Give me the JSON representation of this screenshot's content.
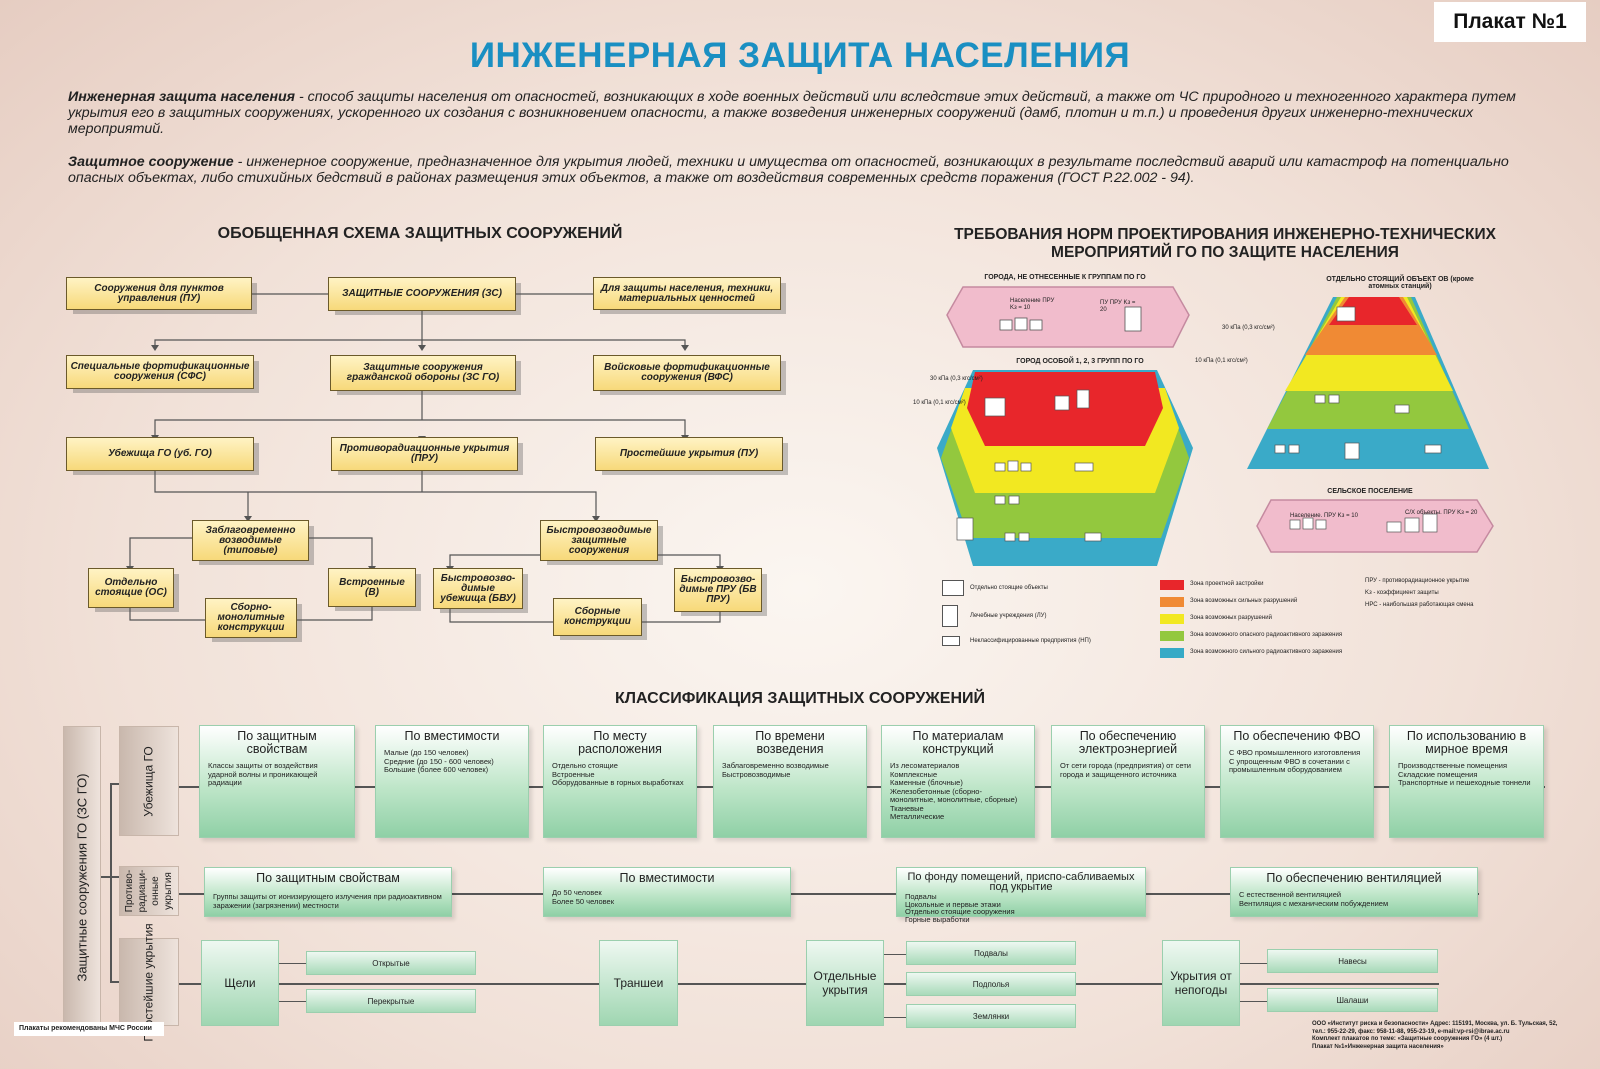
{
  "poster_number": "Плакат №1",
  "title": "ИНЖЕНЕРНАЯ ЗАЩИТА НАСЕЛЕНИЯ",
  "definitions": [
    {
      "term": "Инженерная защита населения",
      "text": " - способ защиты населения от опасностей, возникающих в ходе военных действий или вследствие этих действий, а также от ЧС природного и техногенного характера  путем укрытия его в защитных сооружениях, ускоренного их создания с возникновением опасности, а также возведения инженерных сооружений (дамб, плотин и т.п.) и проведения других инженерно-технических мероприятий."
    },
    {
      "term": "Защитное сооружение",
      "text": " - инженерное сооружение, предназначенное для укрытия людей, техники и имущества от опасностей, возникающих в результате последствий аварий или катастроф на потенциально опасных объектах, либо стихийных бедствий в районах размещения этих объектов, а также от воздействия современных средств поражения (ГОСТ Р.22.002 - 94)."
    }
  ],
  "scheme": {
    "title": "ОБОБЩЕННАЯ СХЕМА ЗАЩИТНЫХ СООРУЖЕНИЙ",
    "boxes": {
      "pu_control": "Сооружения для пунктов управления (ПУ)",
      "zs": "ЗАЩИТНЫЕ СООРУЖЕНИЯ (ЗС)",
      "protection": "Для защиты населения, техники, материальных ценностей",
      "sfs": "Специальные фортификационные сооружения (СФС)",
      "zs_go": "Защитные сооружения гражданской обороны (ЗС ГО)",
      "vfs": "Войсковые фортификационные сооружения (ВФС)",
      "shelters": "Убежища ГО (уб. ГО)",
      "pru": "Противорадиационные укрытия (ПРУ)",
      "simple": "Простейшие укрытия (ПУ)",
      "advance": "Заблаговременно возводимые (типовые)",
      "rapid": "Быстровозводимые защитные сооружения",
      "standalone": "Отдельно стоящие (ОС)",
      "built_in": "Встроенные (В)",
      "monolithic": "Сборно-монолитные конструкции",
      "bvu": "Быстровозво-димые убежища (БВУ)",
      "prefab": "Сборные конструкции",
      "bv_pru": "Быстровозво-димые ПРУ (БВ ПРУ)"
    }
  },
  "norms": {
    "title1": "ТРЕБОВАНИЯ НОРМ ПРОЕКТИРОВАНИЯ ИНЖЕНЕРНО-ТЕХНИЧЕСКИХ",
    "title2": "МЕРОПРИЯТИЙ  ГО ПО ЗАЩИТЕ НАСЕЛЕНИЯ",
    "cities_not": "ГОРОДА, НЕ ОТНЕСЕННЫЕ К ГРУППАМ ПО ГО",
    "city_special": "ГОРОД ОСОБОЙ 1, 2, 3 ГРУПП ПО ГО",
    "object_ov": "ОТДЕЛЬНО СТОЯЩИЙ ОБЪЕКТ ОВ (кроме атомных станций)",
    "rural": "СЕЛЬСКОЕ ПОСЕЛЕНИЕ",
    "population_pru10": "Население ПРУ Kз = 10",
    "pu_pru20": "ПУ ПРУ Kз = 20",
    "p30": "30 кПа (0,3 кгс/см²)",
    "p10": "10 кПа (0,1 кгс/см²)",
    "rural_pop": "Население. ПРУ Kз = 10",
    "rural_ag": "С/Х объекты. ПРУ Kз = 20",
    "legend": [
      {
        "color": "#e8262b",
        "label": "Зона проектной застройки"
      },
      {
        "color": "#f08a34",
        "label": "Зона возможных сильных разрушений"
      },
      {
        "color": "#f2e821",
        "label": "Зона возможных разрушений"
      },
      {
        "color": "#93c83e",
        "label": "Зона возможного опасного радиоактивного заражения"
      },
      {
        "color": "#36aac6",
        "label": "Зона возможного сильного радиоактивного заражения"
      }
    ],
    "abbr": [
      "ПРУ - противорадиационное укрытие",
      "Kз - коэффициент защиты",
      "НРС - наибольшая работающая смена"
    ],
    "icons_legend": [
      "Отдельно стоящие объекты",
      "Лечебные учреждения (ЛУ)",
      "Неклассифицированные предприятия (НП)"
    ]
  },
  "classification": {
    "title": "КЛАССИФИКАЦИЯ ЗАЩИТНЫХ СООРУЖЕНИЙ",
    "side": "Защитные сооружения ГО (ЗС ГО)",
    "rows": [
      {
        "label": "Убежища ГО",
        "cards": [
          {
            "h": "По защитным свойствам",
            "t": "Классы защиты от воздействия ударной волны и проникающей радиации"
          },
          {
            "h": "По вместимости",
            "t": "Малые (до 150 человек)\nСредние (до 150 - 600 человек)\nБольшие (более 600 человек)"
          },
          {
            "h": "По месту расположения",
            "t": "Отдельно стоящие\nВстроенные\nОборудованные в горных выработках"
          },
          {
            "h": "По времени возведения",
            "t": "Заблаговременно возводимые\nБыстровозводимые"
          },
          {
            "h": "По материалам конструкций",
            "t": "Из лесоматериалов\nКомплексные\nКаменные (блочные)\nЖелезобетонные (сборно-монолитные, монолитные, сборные)\nТканевые\nМеталлические"
          },
          {
            "h": "По обеспечению электроэнергией",
            "t": "От сети города (предприятия) от сети города и защищенного источника"
          },
          {
            "h": "По обеспечению ФВО",
            "t": "С ФВО промышленного изготовления\nС упрощенным ФВО в сочетании с промышленным оборудованием"
          },
          {
            "h": "По использованию в мирное время",
            "t": "Производственные помещения\nСкладские помещения\nТранспортные и пешеходные тоннели"
          }
        ]
      },
      {
        "label": "Противо-радиаци-онные укрытия",
        "cards": [
          {
            "h": "По защитным свойствам",
            "t": "Группы защиты от ионизирующего излучения при радиоактивном заражении (загрязнении) местности"
          },
          {
            "h": "По вместимости",
            "t": "До 50 человек\nБолее 50 человек"
          },
          {
            "h": "По фонду помещений, приспо-сабливаемых под укрытие",
            "t": "Подвалы\nЦокольные и первые этажи\nОтдельно стоящие сооружения\nГорные выработки"
          },
          {
            "h": "По обеспечению вентиляцией",
            "t": "С естественной вентиляцией\nВентиляция с механическим побуждением"
          }
        ]
      },
      {
        "label": "Простейшие укрытия",
        "main": [
          "Щели",
          "Траншеи",
          "Отдельные укрытия",
          "Укрытия от непогоды"
        ],
        "sub": [
          "Открытые",
          "Перекрытые",
          "Подвалы",
          "Подполья",
          "Землянки",
          "Навесы",
          "Шалаши"
        ]
      }
    ]
  },
  "footer_left": "Плакаты рекомендованы МЧС России",
  "footer_right": [
    "ООО «Институт риска и безопасности»  Адрес: 115191, Москва, ул. Б. Тульская, 52,",
    "тел.: 955-22-29, факс: 958-11-88, 955-23-19, e-mail:vp-rsi@ibrae.ac.ru",
    "Комплект плакатов по теме: «Защитные сооружения ГО» (4 шт.)",
    "Плакат №1«Инженерная защита населения»"
  ]
}
